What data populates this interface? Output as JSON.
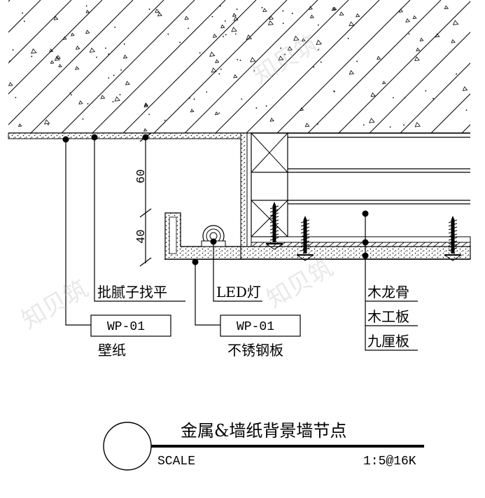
{
  "labels": {
    "putty": "批腻子找平",
    "led": "LED灯",
    "wood_keel": "木龙骨",
    "blockboard": "木工板",
    "plywood": "九厘板",
    "wallpaper": "壁纸",
    "stainless": "不锈钢板"
  },
  "codes": {
    "wp1": "WP-01",
    "wp2": "WP-01"
  },
  "dimensions": {
    "d1": "60",
    "d2": "40"
  },
  "title_block": {
    "title": "金属&墙纸背景墙节点",
    "scale_label": "SCALE",
    "scale_value": "1:5@16K"
  },
  "watermark": "知贝筑"
}
